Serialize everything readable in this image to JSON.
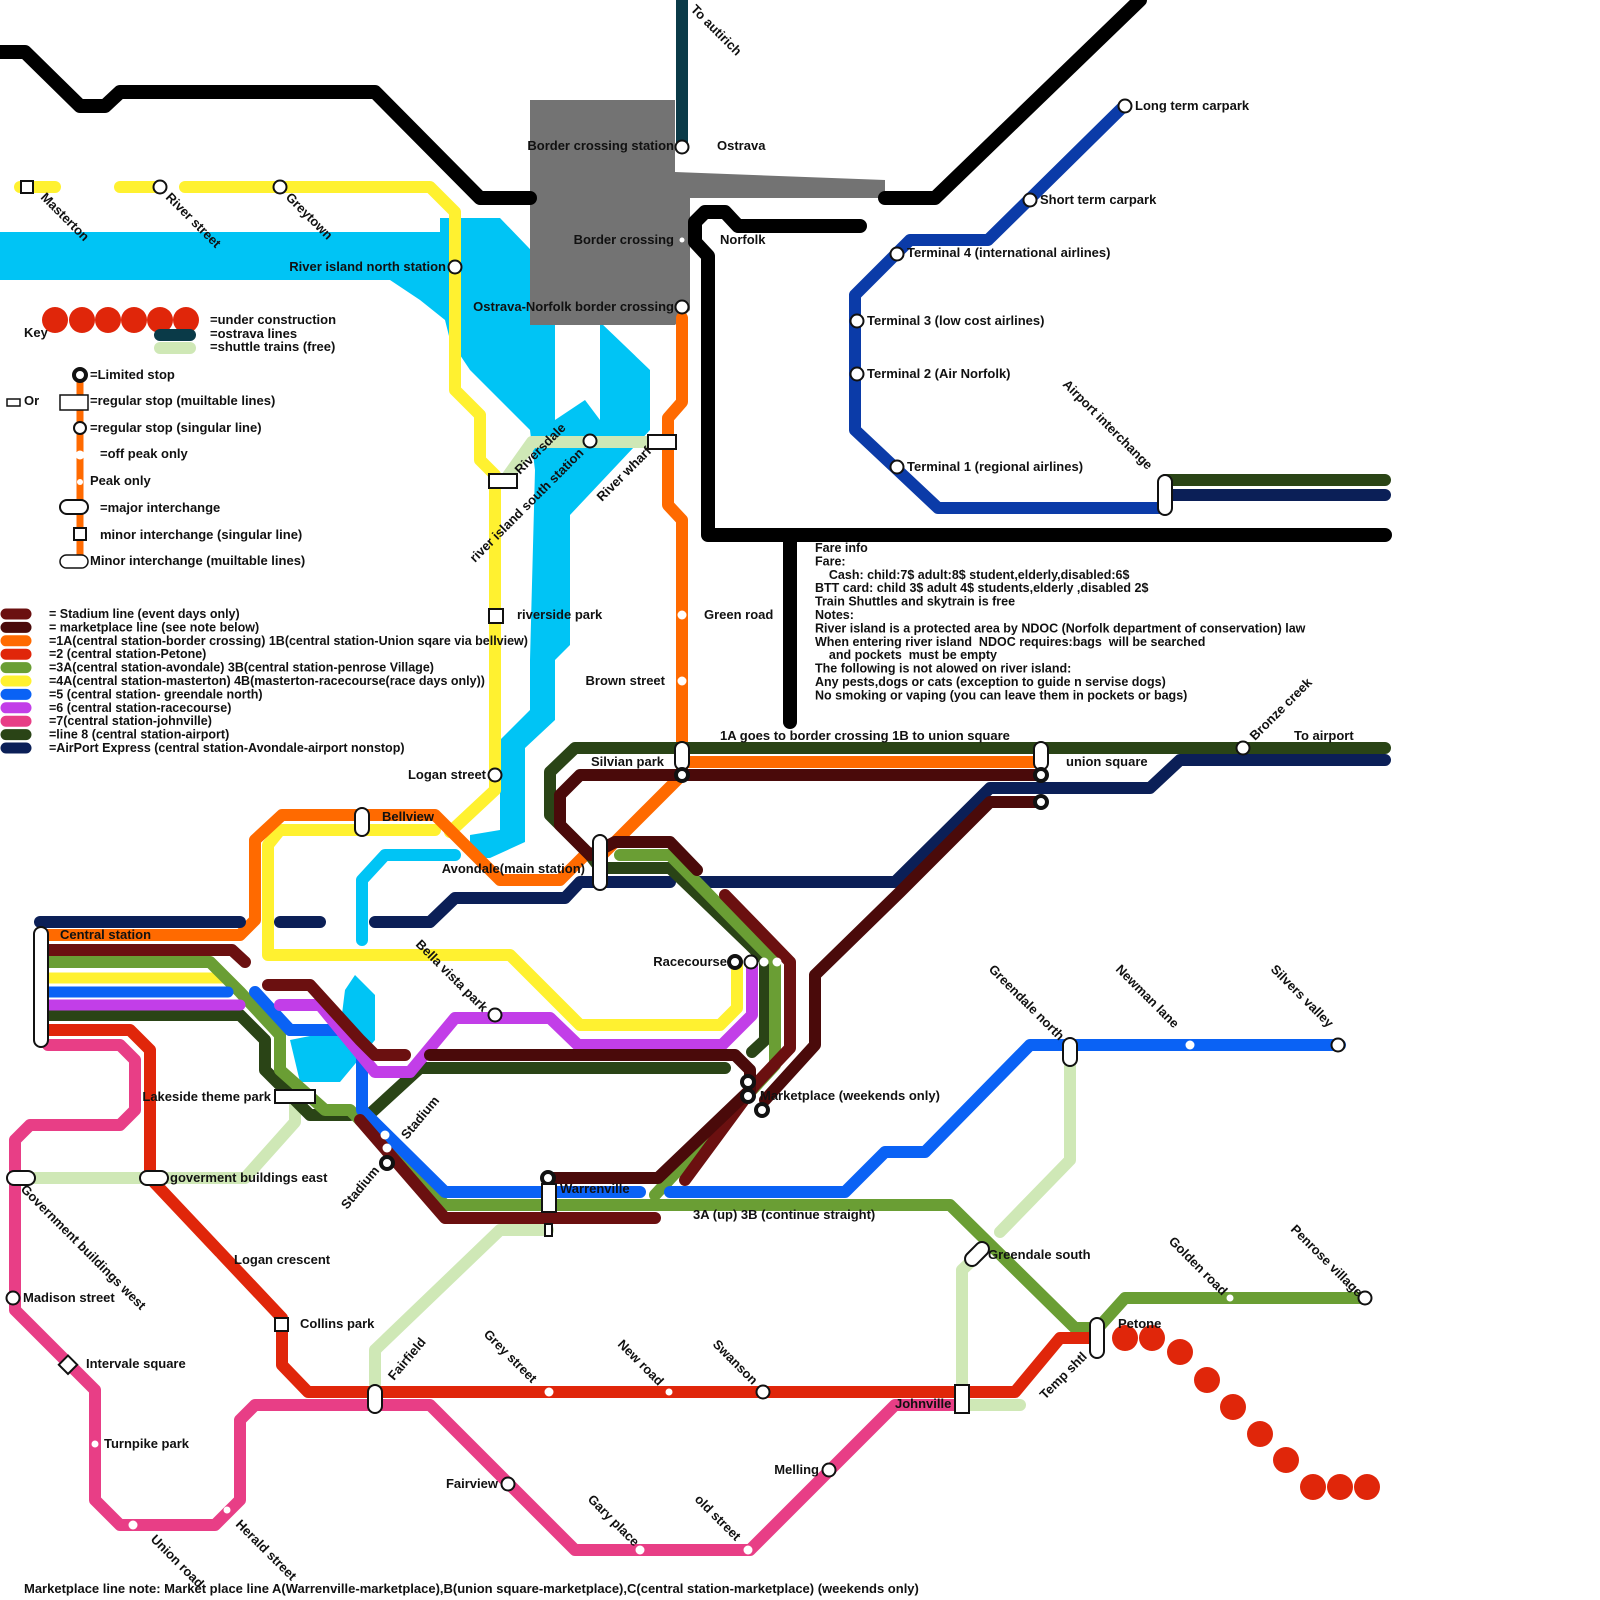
{
  "colors": {
    "stadium": "#6b1010",
    "marketplace": "#4a0a0a",
    "line1": "#ff6a00",
    "line2": "#e0260a",
    "line3": "#6a9e34",
    "line4": "#fff130",
    "line5": "#0a62f5",
    "line6": "#c23ee8",
    "line7": "#e83e86",
    "line8": "#2a4416",
    "express": "#0b1f57",
    "ostrava": "#0a3a48",
    "shuttle": "#cfe8b6",
    "river": "#00c4f5",
    "border": "#737373",
    "black": "#000000",
    "airport": "#0b3ba8"
  },
  "key": {
    "title": "Key",
    "under_construction": "=under construction",
    "ostrava_lines": "=ostrava lines",
    "shuttle": "=shuttle trains (free)",
    "limited": "=Limited stop",
    "or": "Or",
    "regular_multi": "=regular stop (muiltable lines)",
    "regular_single": "=regular stop (singular line)",
    "off_peak": "=off peak only",
    "peak": "Peak only",
    "major": "=major interchange",
    "minor_single": "minor interchange (singular line)",
    "minor_multi": "Minor interchange (muiltable lines)"
  },
  "legend": [
    {
      "label": "= Stadium line (event days only)",
      "color": "#6b1010"
    },
    {
      "label": "= marketplace line (see note below)",
      "color": "#4a0a0a"
    },
    {
      "label": "=1A(central station-border crossing) 1B(central station-Union sqare via bellview)",
      "color": "#ff6a00"
    },
    {
      "label": "=2 (central station-Petone)",
      "color": "#e0260a"
    },
    {
      "label": "=3A(central station-avondale) 3B(central station-penrose Village)",
      "color": "#6a9e34"
    },
    {
      "label": "=4A(central station-masterton) 4B(masterton-racecourse(race days only))",
      "color": "#fff130"
    },
    {
      "label": "=5 (central station- greendale north)",
      "color": "#0a62f5"
    },
    {
      "label": "=6 (central station-racecourse)",
      "color": "#c23ee8"
    },
    {
      "label": "=7(central station-johnville)",
      "color": "#e83e86"
    },
    {
      "label": "=line 8 (central station-airport)",
      "color": "#2a4416"
    },
    {
      "label": "=AirPort Express (central station-Avondale-airport nonstop)",
      "color": "#0b1f57"
    }
  ],
  "fare": [
    "Fare info",
    "Fare:",
    "    Cash: child:7$ adult:8$ student,elderly,disabled:6$",
    "BTT card: child 3$ adult 4$ students,elderly ,disabled 2$",
    "Train Shuttles and skytrain is free",
    "Notes:",
    "River island is a protected area by NDOC (Norfolk department of conservation) law",
    "When entering river island  NDOC requires:bags  will be searched",
    "    and pockets  must be empty",
    "The following is not alowed on river island:",
    "Any pests,dogs or cats (exception to guide n servise dogs)",
    "No smoking or vaping (you can leave them in pockets or bags)"
  ],
  "stations": {
    "masterton": "Masterton",
    "river_street": "River street",
    "greytown": "Greytown",
    "river_island_north": "River island north station",
    "to_autirich": "To autirich",
    "border_crossing_station": "Border crossing station",
    "ostrava": "Ostrava",
    "border_crossing": "Border crossing",
    "norfolk": "Norfolk",
    "ostrava_norfolk": "Ostrava-Norfolk border crossing",
    "long_term": "Long term carpark",
    "short_term": "Short term carpark",
    "terminal4": "Terminal 4 (international airlines)",
    "terminal3": "Terminal 3 (low cost airlines)",
    "terminal2": "Terminal 2 (Air Norfolk)",
    "terminal1": "Terminal 1 (regional airlines)",
    "airport_interchange": "Airport interchange",
    "riversdale": "Riversdale",
    "river_island_south": "river island south station",
    "river_wharf": "River wharf",
    "riverside_park": "riverside park",
    "green_road": "Green road",
    "brown_street": "Brown street",
    "logan_street": "Logan street",
    "silvian_park": "Silvian park",
    "union_square": "union square",
    "bronze_creek": "Bronze creek",
    "to_airport": "To airport",
    "line1_note": "1A goes to border crossing 1B to union square",
    "bellview": "Bellview",
    "avondale": "Avondale(main station)",
    "central_station": "Central station",
    "bella_vista": "Bella vista park",
    "racecourse": "Racecourse",
    "lakeside": "Lakeside theme park",
    "stadium_a": "Stadium",
    "stadium_b": "Stadium",
    "marketplace": "Marketplace (weekends only)",
    "gov_east": "goverment buildings east",
    "gov_west": "Government buildings west",
    "warrenville": "Warrenville",
    "line3_note": "3A (up) 3B (continue straight)",
    "greendale_north": "Greendale north",
    "newman_lane": "Newman lane",
    "silvers_valley": "Silvers valley",
    "greendale_south": "Greendale south",
    "logan_crescent": "Logan crescent",
    "madison_street": "Madison street",
    "collins_park": "Collins park",
    "intervale_square": "Intervale square",
    "fairfield": "Fairfield",
    "grey_street": "Grey street",
    "new_road": "New road",
    "swanson": "Swanson",
    "johnville": "Johnville",
    "temp_shtl": "Temp shtl",
    "petone": "Petone",
    "golden_road": "Golden road",
    "penrose_village": "Penrose village",
    "turnpike_park": "Turnpike park",
    "fairview": "Fairview",
    "melling": "Melling",
    "gary_place": "Gary place",
    "old_street": "old street",
    "union_road": "Union road",
    "herald_street": "Herald street"
  },
  "footnote": "Marketplace line note: Market place line A(Warrenville-marketplace),B(union square-marketplace),C(central station-marketplace) (weekends only)"
}
